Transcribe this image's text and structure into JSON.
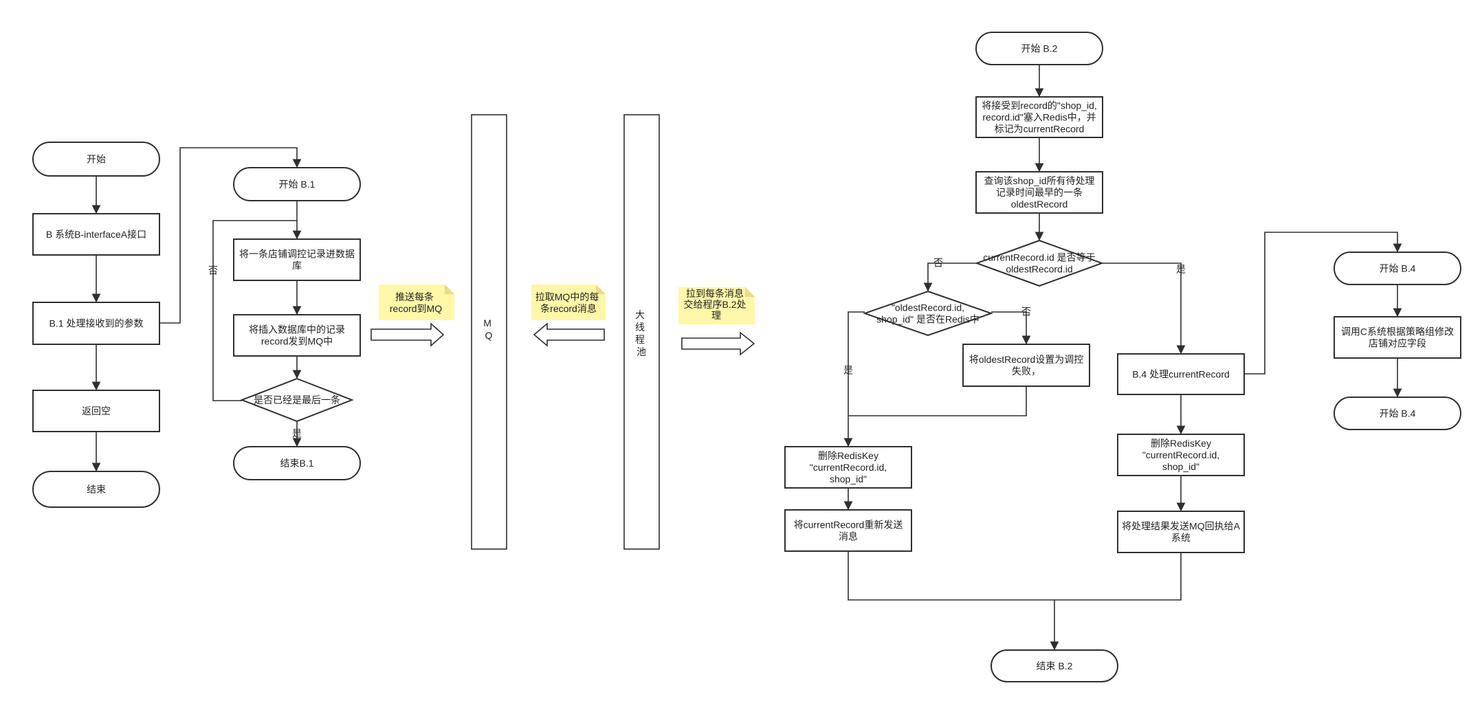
{
  "nodes": {
    "a_start": "开始",
    "a_iface": "B 系统B-interfaceA接口",
    "a_handle": "B.1 处理接收到的参数",
    "a_return": "返回空",
    "a_end": "结束",
    "b1_start": "开始 B.1",
    "b1_insert": [
      "将一条店铺调控记录进数据",
      "库"
    ],
    "b1_send": [
      "将插入数据库中的记录",
      "record发到MQ中"
    ],
    "b1_last": "是否已经是最后一条",
    "b1_end": "结束B.1",
    "b2_start": "开始 B.2",
    "b2_redis": [
      "将接受到record的\"shop_id,",
      "record.id\"塞入Redis中，并",
      "标记为currentRecord"
    ],
    "b2_query": [
      "查询该shop_id所有待处理",
      "记录时间最早的一条",
      "oldestRecord"
    ],
    "b2_equal": [
      "currentRecord.id 是否等于",
      "oldestRecord.id"
    ],
    "b2_inredis": [
      "\"oldestRecord.id,",
      "shop_id\" 是否在Redis中"
    ],
    "b2_setfail": [
      "将oldestRecord设置为调控",
      "失败，"
    ],
    "b2_del_left": [
      "删除RedisKey",
      "\"currentRecord.id,",
      "shop_id\""
    ],
    "b2_resend": [
      "将currentRecord重新发送",
      "消息"
    ],
    "b2_b4": "B.4  处理currentRecord",
    "b2_del_right": [
      "删除RedisKey",
      "\"currentRecord.id,",
      "shop_id\""
    ],
    "b2_sendmq": [
      "将处理结果发送MQ回执给A",
      "系统"
    ],
    "b2_end": "结束 B.2",
    "b4_start": "开始 B.4",
    "b4_call": [
      "调用C系统根据策略组修改",
      "店铺对应字段"
    ],
    "b4_end": "开始 B.4"
  },
  "columns": {
    "mq": [
      "M",
      "Q"
    ],
    "pool": [
      "大",
      "线",
      "程",
      "池"
    ]
  },
  "notes": {
    "push": [
      "推送每条",
      "record到MQ"
    ],
    "pull": [
      "拉取MQ中的每",
      "条record消息"
    ],
    "dispatch": [
      "拉到每条消息",
      "交给程序B.2处",
      "理"
    ]
  },
  "edge_labels": {
    "no": "否",
    "yes": "是"
  },
  "colors": {
    "note": "#fff7a8",
    "stroke": "#2f2f2f",
    "background": "#ffffff"
  }
}
